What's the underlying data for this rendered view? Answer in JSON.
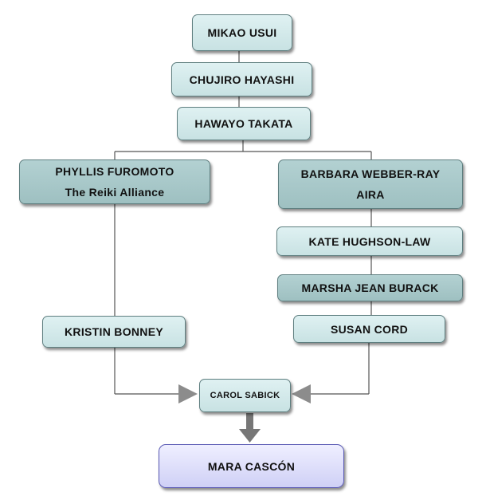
{
  "nodes": {
    "usui": "MIKAO USUI",
    "hayashi": "CHUJIRO HAYASHI",
    "takata": "HAWAYO TAKATA",
    "furomoto_name": "PHYLLIS FUROMOTO",
    "furomoto_org": "The Reiki Alliance",
    "webber_name": "BARBARA WEBBER-RAY",
    "webber_org": "AIRA",
    "hughson": "KATE HUGHSON-LAW",
    "burack": "MARSHA JEAN BURACK",
    "cord": "SUSAN CORD",
    "bonney": "KRISTIN BONNEY",
    "sabick": "CAROL SABICK",
    "cascon": "MARA CASCÓN"
  },
  "colors": {
    "box_light": "#d4ebec",
    "box_dark": "#a8c8c9",
    "box_final": "#dcdcfa",
    "connector": "#555555",
    "arrow": "#888888"
  }
}
